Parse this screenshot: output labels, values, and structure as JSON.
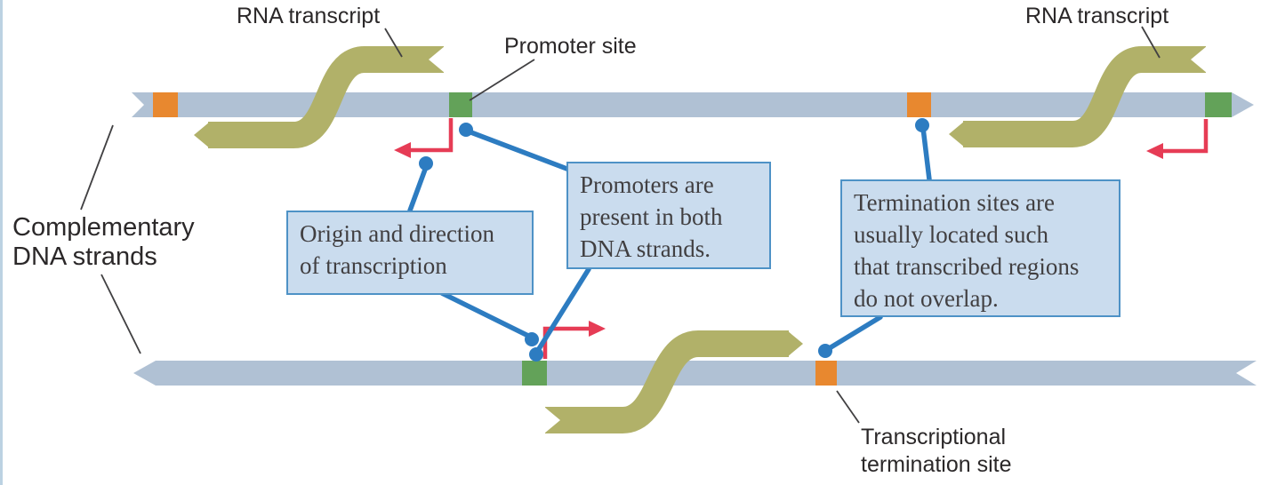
{
  "figure": {
    "labels": {
      "rna_transcript_left": "RNA transcript",
      "rna_transcript_right": "RNA transcript",
      "promoter_site": "Promoter site",
      "complementary_dna": [
        "Complementary",
        "DNA strands"
      ],
      "transcriptional_termination": [
        "Transcriptional",
        "termination site"
      ]
    },
    "callouts": {
      "origin": [
        "Origin and direction",
        "of transcription"
      ],
      "promoters": [
        "Promoters are",
        "present in both",
        "DNA strands."
      ],
      "termination": [
        "Termination sites are",
        "usually located such",
        "that transcribed regions",
        "do not overlap."
      ]
    },
    "colors": {
      "strand": "#b0c1d4",
      "promoter_green": "#63a259",
      "termination_orange": "#e8882f",
      "rna_olive": "#b1b169",
      "arrow_red": "#e63c55",
      "connector_blue": "#2d7cc1",
      "callout_fill": "#cadcee",
      "callout_border": "#4e92c6",
      "callout_text": "#413f41",
      "label_text": "#2b2829",
      "pointer_gray": "#414042",
      "edge_line": "#bcd2e2"
    }
  }
}
